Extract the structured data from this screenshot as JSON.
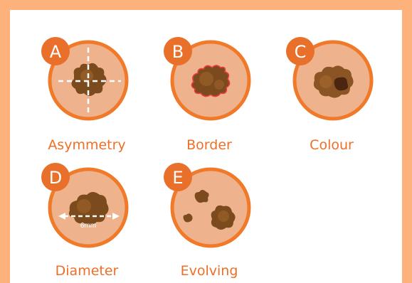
{
  "colors": {
    "frame": "#fdb27c",
    "panel": "#ffffff",
    "ring": "#f07a2a",
    "skin": "#eeb28d",
    "badge": "#e8702a",
    "mole_dark": "#7b4a1d",
    "mole_light": "#a86a2e",
    "mole_darkest": "#4a2610",
    "border_highlight": "#e83d3d",
    "label": "#ef6f27"
  },
  "items": [
    {
      "letter": "A",
      "label": "Asymmetry"
    },
    {
      "letter": "B",
      "label": "Border"
    },
    {
      "letter": "C",
      "label": "Colour"
    },
    {
      "letter": "D",
      "label": "Diameter",
      "measure_label": "6mm"
    },
    {
      "letter": "E",
      "label": "Evolving"
    }
  ]
}
